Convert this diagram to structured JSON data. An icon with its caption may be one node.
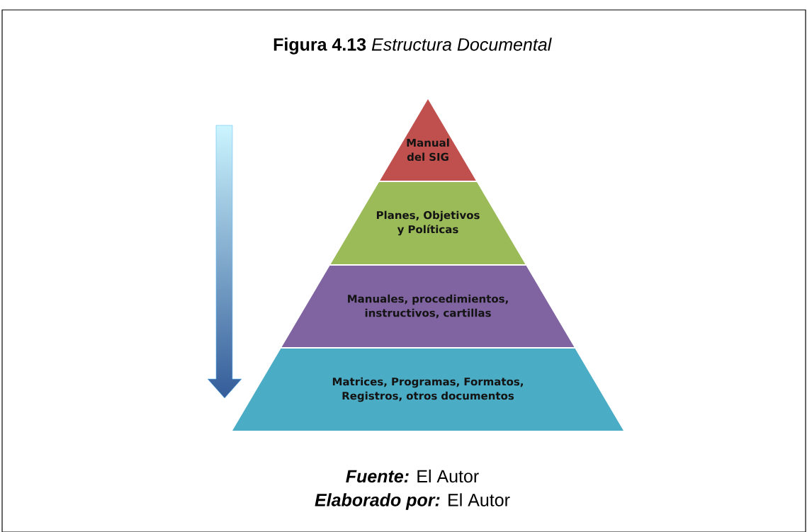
{
  "diagram": {
    "title": "**Figura 4.13** *Estructura Documental*",
    "nodes": [
      {
        "text": [
          "Manual del SIG"
        ]
      },
      {
        "text": [
          "Planes, Objetivos y Políticas"
        ]
      },
      {
        "text": [
          "Manuales, procedimientos, instructivos, cartillas"
        ]
      },
      {
        "text": [
          "Matrices, Programas, Formatos, Registros, otros documentos"
        ]
      }
    ],
    "labels": [
      "Fuente:",
      "El Autor",
      "Elaborado por:",
      "El Autor"
    ]
  }
}
